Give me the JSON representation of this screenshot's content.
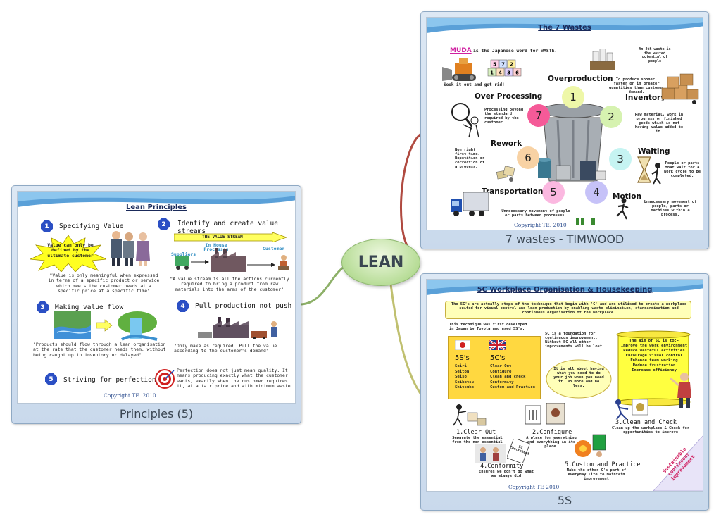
{
  "center": {
    "label": "LEAN"
  },
  "colors": {
    "center_fill": "#b8dd98",
    "branch_red": "#b04a40",
    "branch_green": "#8db068",
    "branch_olive": "#c0c070",
    "card_bg": "#c9d9ec"
  },
  "principles": {
    "caption": "Principles (5)",
    "title": "Lean Principles",
    "copyright": "Copyright TE. 2010",
    "items": [
      {
        "num": "1",
        "heading": "Specifying Value",
        "star_text": "Value can only be defined by the ultimate customer",
        "desc": "\"Value is only meaningful when expressed in terms of a specific product or service which meets the customer needs at a specific price at a specific time\""
      },
      {
        "num": "2",
        "heading": "Identify and create value streams",
        "stream_label": "THE VALUE STREAM",
        "suppliers": "Suppliers",
        "in_house": "In House Processes",
        "customer": "Customer",
        "desc": "\"A value stream is all the actions currently required to bring a product from raw materials into the arms of the customer\""
      },
      {
        "num": "3",
        "heading": "Making value flow",
        "desc": "\"Products should flow through a lean organisation at the rate that the customer needs them, without being caught up in inventory or delayed\""
      },
      {
        "num": "4",
        "heading": "Pull production not push",
        "desc": "\"Only make as required. Pull the value according to the customer's demand\""
      },
      {
        "num": "5",
        "heading": "Striving for perfection",
        "desc": "Perfection does not just mean quality. It means producing exactly what the customer wants, exactly when the customer requires it, at a fair price and with minimum waste."
      }
    ]
  },
  "wastes": {
    "caption": "7 wastes - TIMWOOD",
    "title": "The 7 Wastes",
    "muda_word": "MUDA",
    "muda_text": "is the Japanese word for WASTE.",
    "seek_text": "Seek it out and get rid!",
    "eighth_waste": "An 8th waste is the wasted potential of people",
    "copyright": "Copyright TE. 2010",
    "items": [
      {
        "num": "1",
        "name": "Overproduction",
        "color": "#eef7a8",
        "desc": "To produce sooner, faster or in greater quantities than customer demand."
      },
      {
        "num": "2",
        "name": "Inventory",
        "color": "#d6f2b0",
        "desc": "Raw material, work in progress or finished goods which is not having value added to it."
      },
      {
        "num": "3",
        "name": "Waiting",
        "color": "#c6f4f2",
        "desc": "People or parts that wait for a work cycle to be completed."
      },
      {
        "num": "4",
        "name": "Motion",
        "color": "#c6c2f8",
        "desc": "Unnecessary movement of people, parts or machines within a process."
      },
      {
        "num": "5",
        "name": "Transportation",
        "color": "#fbb8e0",
        "desc": "Unnecessary movement of people or parts between processes."
      },
      {
        "num": "6",
        "name": "Rework",
        "color": "#f8d2a4",
        "desc": "Non right first time. Repetition or correction of a process."
      },
      {
        "num": "7",
        "name": "Over Processing",
        "color": "#f55a98",
        "desc": "Processing beyond the standard required by the customer."
      }
    ],
    "blocks": [
      "5",
      "7",
      "2",
      "1",
      "4",
      "3",
      "6"
    ]
  },
  "fives": {
    "caption": "5S",
    "title": "5C Workplace Organisation & Housekeeping",
    "intro": "The 5C's are actually steps of the technique that begin with 'C' and are utilised to create a workplace suited for visual control and lean production by enabling waste elimination, standardisation and continuous organisation of the workplace.",
    "toyota": "This technique was first developed in Japan by Toyota and used 5S's.",
    "foundation": "5C is a foundation for continuous improvement. Without 5C all other improvements will be lost.",
    "about": "It is all about having what you need to do your job when you need it. No more and no less.",
    "aim_title": "The aim of 5C is to:-",
    "aims": [
      "Improve the work environment",
      "Reduce wasteful activities",
      "Encourage visual control",
      "Enhance team working",
      "Reduce frustration",
      "Increase efficiency"
    ],
    "s_title": "5S's",
    "c_title": "5C's",
    "s_list": [
      "Seiri",
      "Seiton",
      "Seiso",
      "Seiketsu",
      "Shitsuke"
    ],
    "c_list": [
      "Clear Out",
      "Configure",
      "Clean and check",
      "Conformity",
      "Custom and Practice"
    ],
    "steps": [
      {
        "name": "1.Clear Out",
        "desc": "Separate the essential from the non-essential"
      },
      {
        "name": "2.Configure",
        "desc": "A place for everything and everything in its place."
      },
      {
        "name": "3.Clean and Check",
        "desc": "Clean up the workplace & Check for opportunities to improve"
      },
      {
        "name": "4.Conformity",
        "desc": "Ensures we don't do what we always did"
      },
      {
        "name": "5.Custom and Practice",
        "desc": "Make the other C's part of everyday life to maintain improvement"
      }
    ],
    "checksheet": "5C Checksheet",
    "sustainable": "Sustainable continuous improvement",
    "copyright": "Copyright TE 2010"
  }
}
